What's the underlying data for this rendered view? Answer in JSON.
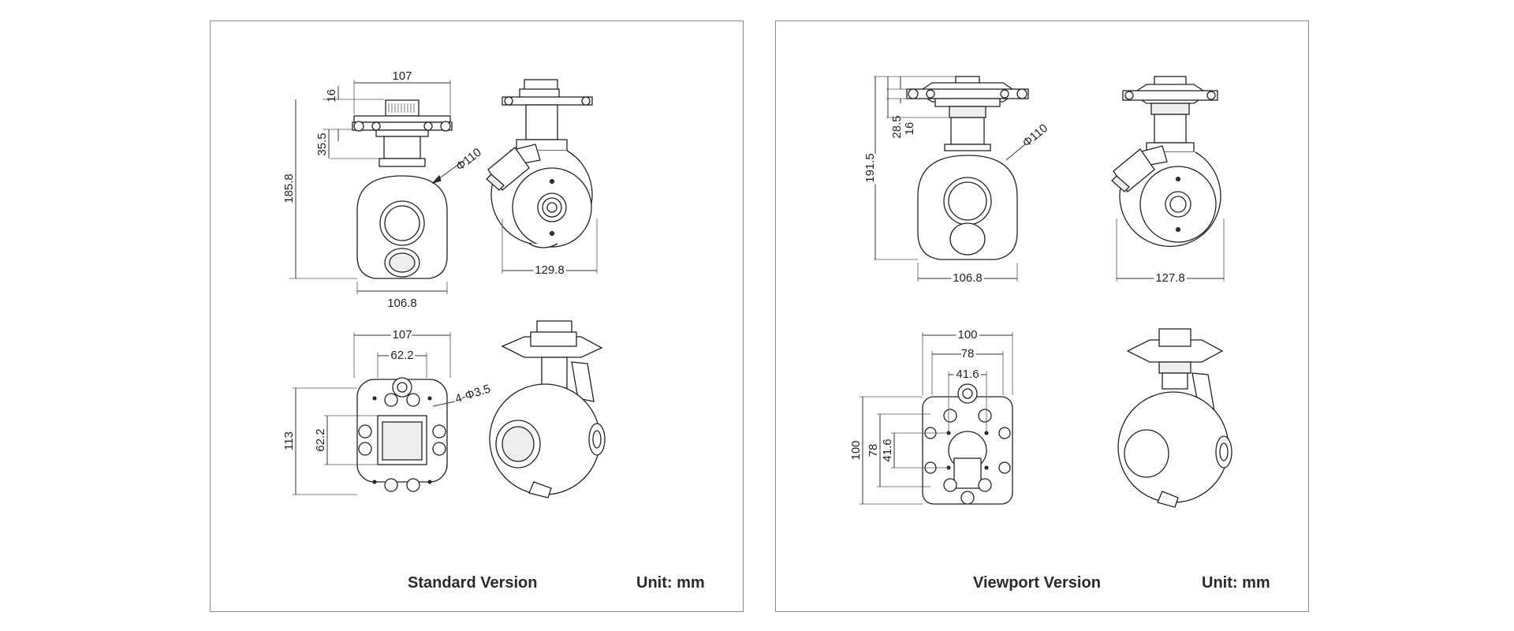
{
  "standard": {
    "title": "Standard Version",
    "unit": "Unit: mm",
    "dims": {
      "top_width": "107",
      "plate_height": "16",
      "stem_height": "35.5",
      "total_height": "185.8",
      "ball_diameter": "Φ110",
      "ball_width": "106.8",
      "side_width": "129.8",
      "bottom_width": "107",
      "hole_spacing_x": "62.2",
      "hole_spacing_y": "62.2",
      "bottom_height": "113",
      "holes": "4-Φ3.5"
    }
  },
  "viewport": {
    "title": "Viewport Version",
    "unit": "Unit: mm",
    "dims": {
      "plate_height": "16",
      "stem_height": "28.5",
      "total_height": "191.5",
      "ball_diameter": "Φ110",
      "ball_width": "106.8",
      "side_width": "127.8",
      "bottom_outer": "100",
      "bottom_mid": "78",
      "bottom_inner": "41.6",
      "bottom_outer_v": "100",
      "bottom_mid_v": "78",
      "bottom_inner_v": "41.6"
    }
  }
}
